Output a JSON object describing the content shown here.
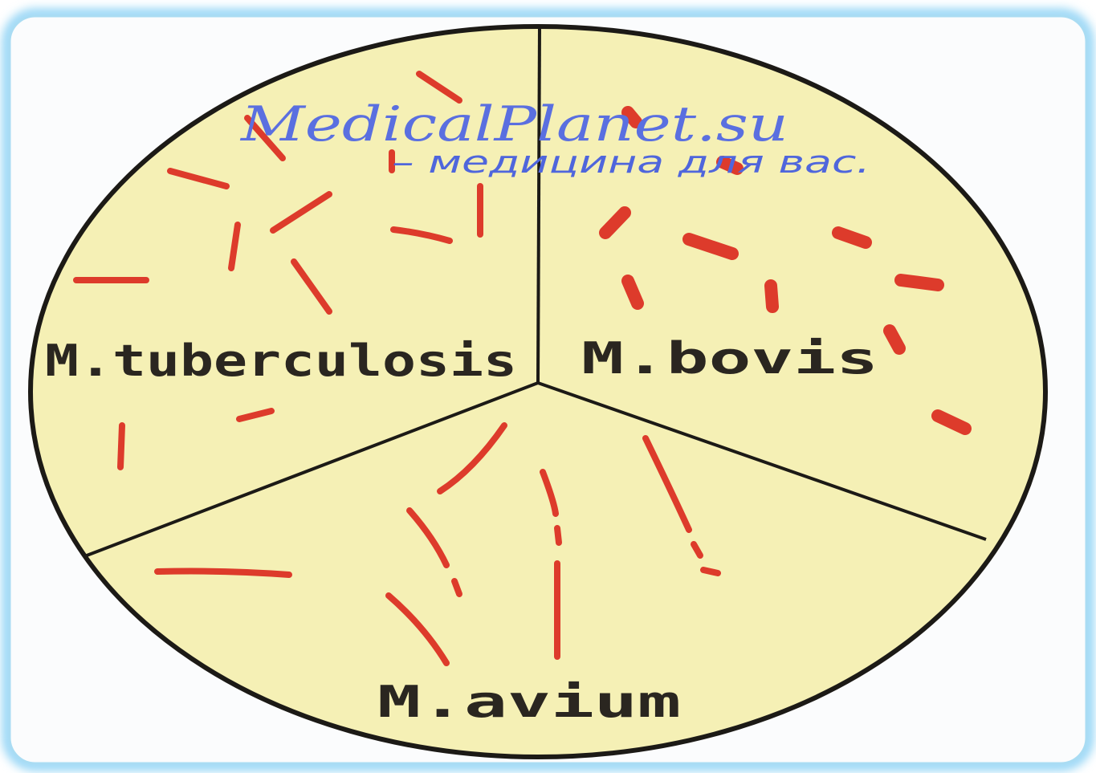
{
  "diagram": {
    "watermark": {
      "title": "MedicalPlanet.su",
      "subtitle": "– медицина для вас."
    },
    "sectors": [
      {
        "id": "tuberculosis",
        "label": "M.tuberculosis"
      },
      {
        "id": "bovis",
        "label": "M.bovis"
      },
      {
        "id": "avium",
        "label": "M.avium"
      }
    ]
  },
  "colors": {
    "frame_glow": "#8fd3f5",
    "dish_fill": "#f5f0b5",
    "outline": "#1c1a16",
    "bacteria": "#dd3b2b",
    "label_text": "#2a2620",
    "watermark": "#5a6fe0"
  }
}
